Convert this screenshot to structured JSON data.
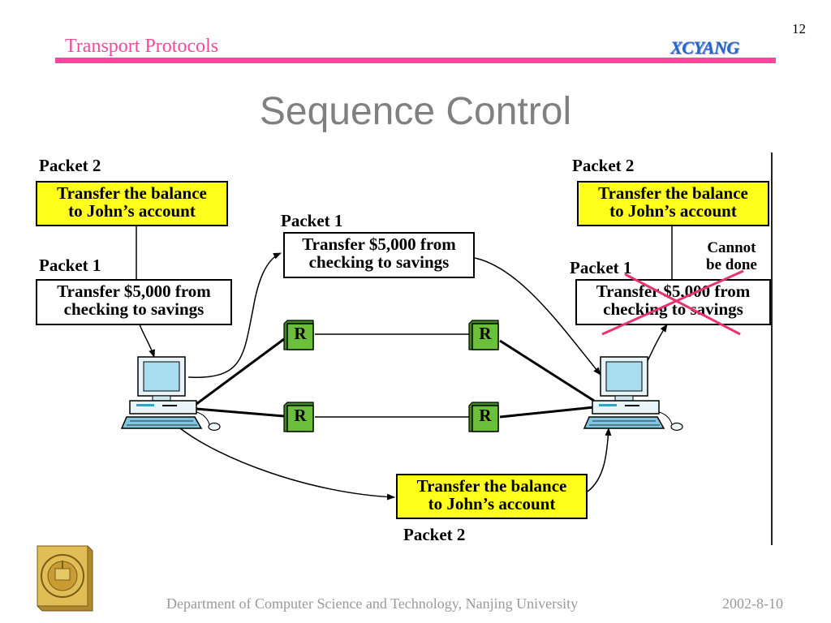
{
  "header": {
    "title": "Transport Protocols",
    "logo_text": "XCYANG",
    "page_number": "12"
  },
  "slide": {
    "title": "Sequence Control"
  },
  "sender": {
    "packet2_label": "Packet 2",
    "packet2_text_line1": "Transfer the balance",
    "packet2_text_line2": "to John’s account",
    "packet1_label": "Packet 1",
    "packet1_text_line1": "Transfer $5,000 from",
    "packet1_text_line2": "checking to savings"
  },
  "in_transit_top": {
    "label": "Packet 1",
    "text_line1": "Transfer $5,000 from",
    "text_line2": "checking to savings"
  },
  "in_transit_bottom": {
    "label": "Packet 2",
    "text_line1": "Transfer the balance",
    "text_line2": "to John’s account"
  },
  "receiver": {
    "packet2_label": "Packet 2",
    "packet2_text_line1": "Transfer the balance",
    "packet2_text_line2": "to John’s account",
    "packet1_label": "Packet 1",
    "packet1_text_line1": "Transfer $5,000 from",
    "packet1_text_line2": "checking to savings",
    "note_line1": "Cannot",
    "note_line2": "be done"
  },
  "router_label": "R",
  "colors": {
    "accent_pink": "#f5479b",
    "header_text": "#f04a9a",
    "logo_blue": "#2a66c9",
    "packet_yellow": "#ffff1e",
    "router_green": "#6cbf3a",
    "cross_red": "#e8336d"
  },
  "icons": {
    "computer": "desktop-computer-icon",
    "router": "router-icon",
    "seal": "university-seal-icon"
  },
  "footer": {
    "department": "Department of Computer Science and Technology, Nanjing University",
    "date": "2002-8-10"
  }
}
